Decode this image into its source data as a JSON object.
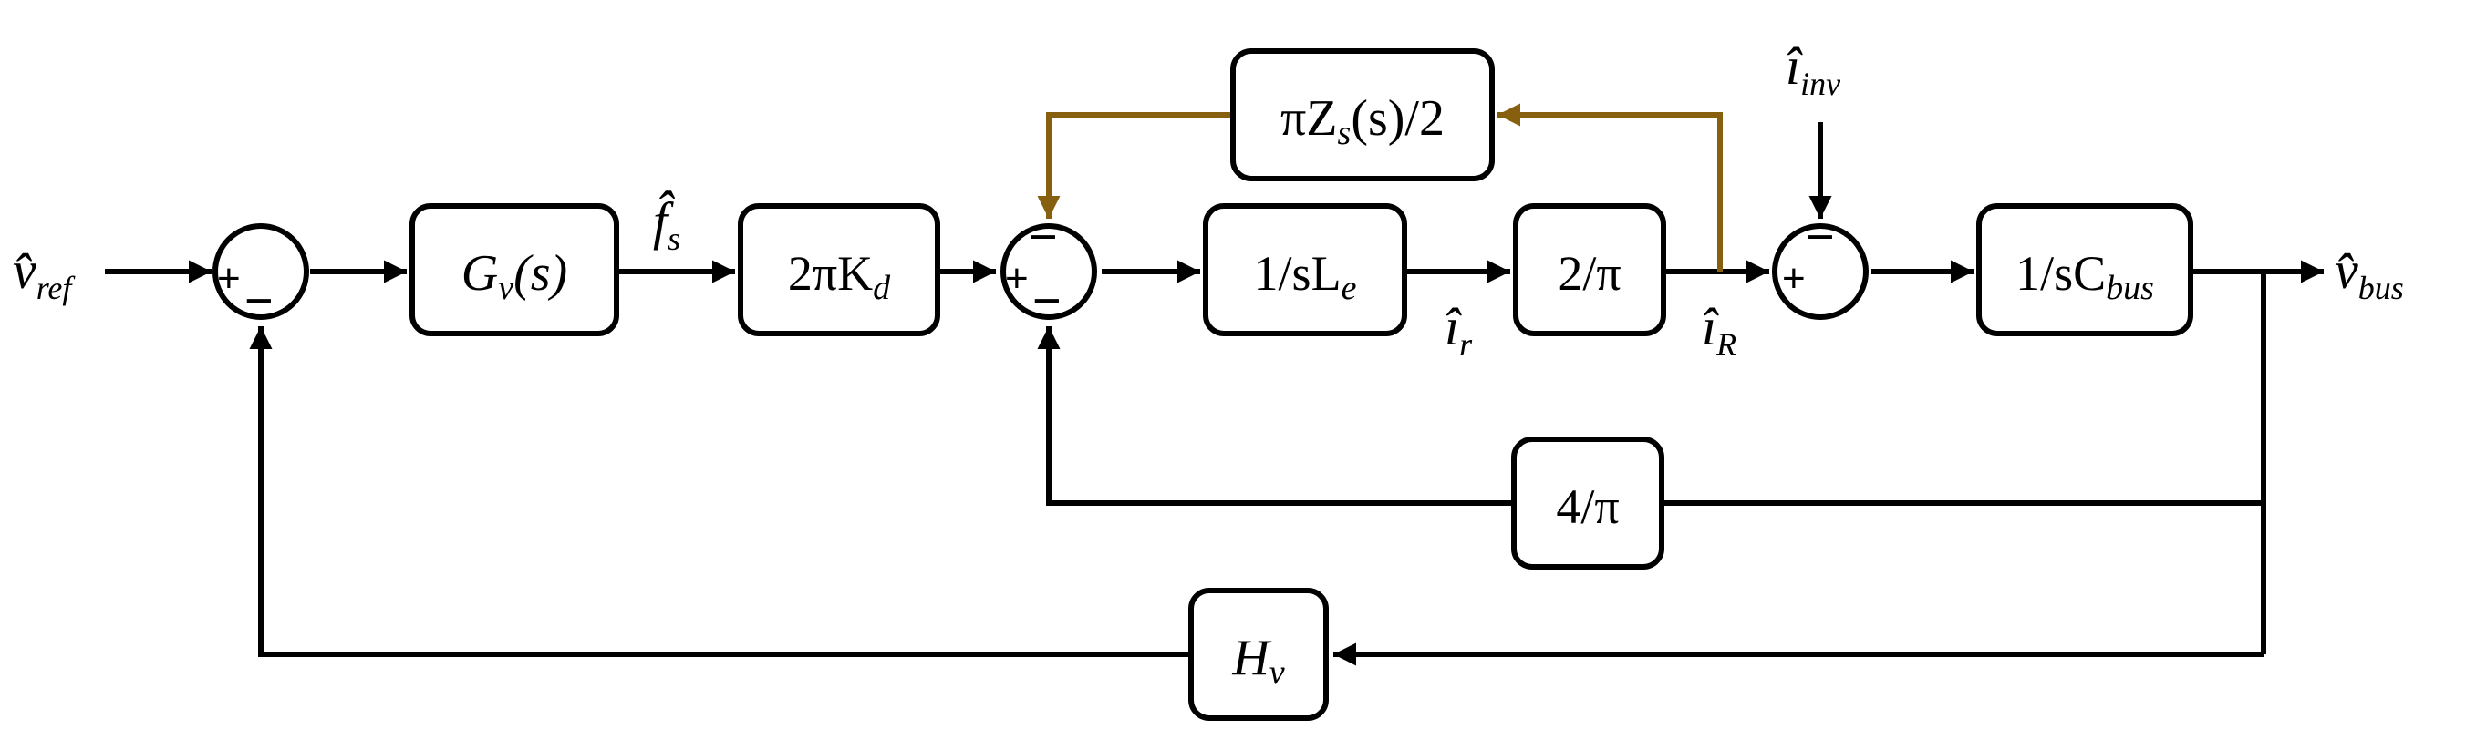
{
  "colors": {
    "line": "#000000",
    "impedance_feedback": "#86600f",
    "background": "#ffffff"
  },
  "signals": {
    "v_ref": {
      "base": "v̂",
      "sub": "ref"
    },
    "f_s": {
      "base": "f̂",
      "sub": "s"
    },
    "i_r": {
      "base": "î",
      "sub": "r"
    },
    "i_R": {
      "base": "î",
      "sub": "R"
    },
    "i_inv": {
      "base": "î",
      "sub": "inv"
    },
    "v_bus": {
      "base": "v̂",
      "sub": "bus"
    }
  },
  "blocks": {
    "gv": {
      "main": "G",
      "sub": "v",
      "tail": "(s)"
    },
    "kd": {
      "pre": "2πK",
      "sub": "d"
    },
    "le": {
      "pre": "1/sL",
      "sub": "e"
    },
    "twopi": {
      "text": "2/π"
    },
    "cbus": {
      "pre": "1/sC",
      "sub": "bus"
    },
    "zs": {
      "pre": "πZ",
      "sub": "s",
      "tail": "(s)/2"
    },
    "fourpi": {
      "text": "4/π"
    },
    "hv": {
      "main": "H",
      "sub": "v"
    }
  },
  "signs": {
    "plus": "+",
    "minus": "−"
  }
}
